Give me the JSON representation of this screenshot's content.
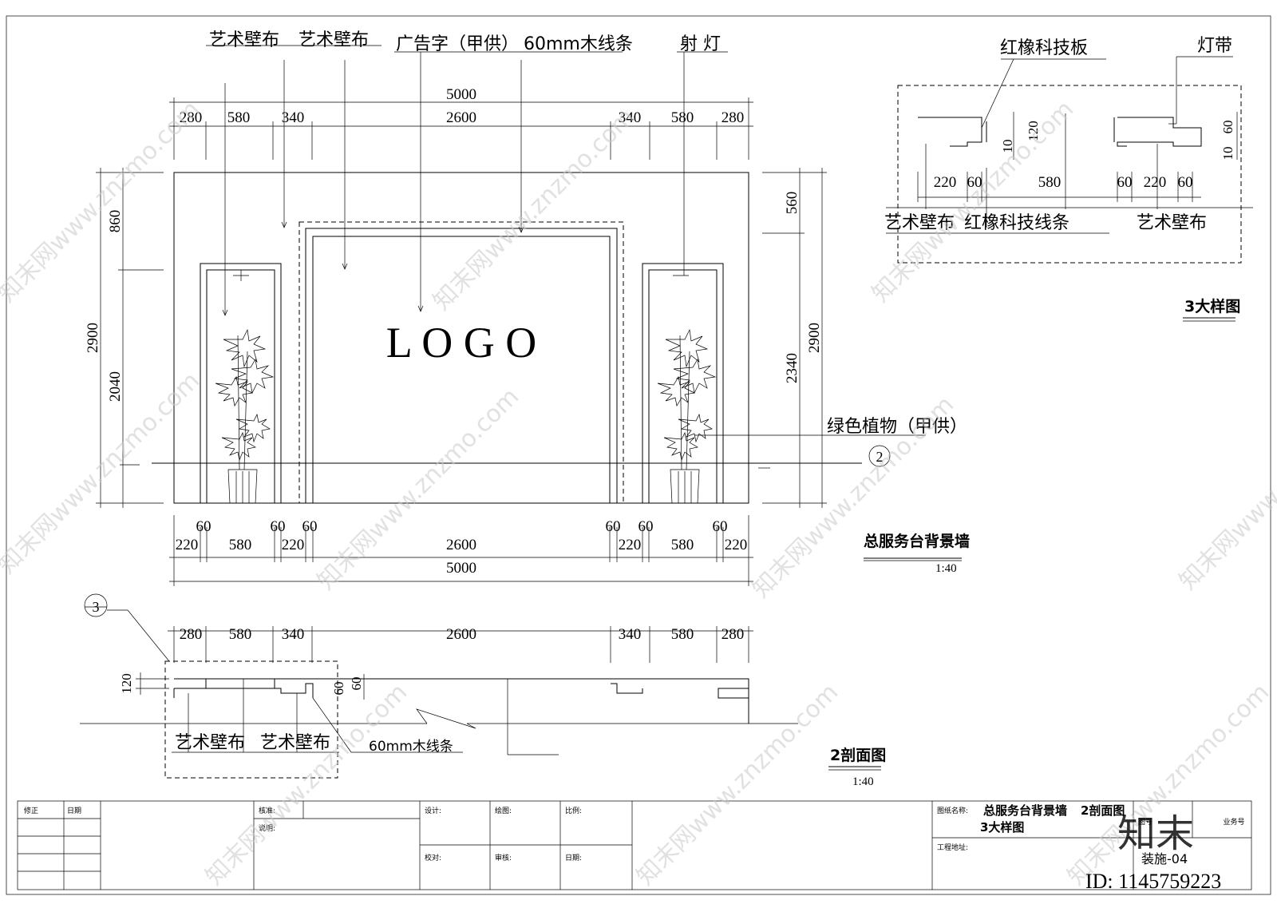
{
  "elevation": {
    "callouts": {
      "art_fabric_1": "艺术壁布",
      "art_fabric_2": "艺术壁布",
      "ad_letters": "广告字（甲供）",
      "wood_strip": "60mm木线条",
      "spotlight": "射 灯",
      "green_plant": "绿色植物（甲供）"
    },
    "logo_text": "L O G O",
    "top_total": "5000",
    "top_dims": [
      "280",
      "580",
      "340",
      "2600",
      "340",
      "580",
      "280"
    ],
    "bottom_dims_row1": [
      "60",
      "60",
      "60",
      "60",
      "60",
      "60"
    ],
    "bottom_dims_row2": [
      "220",
      "580",
      "220",
      "2600",
      "220",
      "580",
      "220"
    ],
    "bottom_total": "5000",
    "left_dims": {
      "overall": "2900",
      "upper": "860",
      "lower": "2040"
    },
    "right_dims": {
      "overall": "2900",
      "upper": "560",
      "lower": "2340"
    },
    "section_marker": "2",
    "title": "总服务台背景墙",
    "scale": "1:40"
  },
  "detail3": {
    "callouts": {
      "red_oak_board": "红橡科技板",
      "light_strip": "灯带",
      "art_fabric_left": "艺术壁布",
      "red_oak_strip": "红橡科技线条",
      "art_fabric_right": "艺术壁布"
    },
    "dims": [
      "220",
      "60",
      "580",
      "60",
      "220",
      "60"
    ],
    "vdims": [
      "10",
      "120",
      "60",
      "10"
    ],
    "title": "3大样图"
  },
  "section2": {
    "marker": "3",
    "dims": [
      "280",
      "580",
      "340",
      "2600",
      "340",
      "580",
      "280"
    ],
    "vdims": [
      "120",
      "60",
      "60"
    ],
    "callouts": {
      "art_fabric_1": "艺术壁布",
      "art_fabric_2": "艺术壁布",
      "wood_strip": "60mm木线条"
    },
    "title": "2剖面图",
    "scale": "1:40"
  },
  "title_block": {
    "revision": "修正",
    "date": "日期",
    "check": "核准:",
    "notes": "说明:",
    "design": "设计:",
    "drawing": "绘图:",
    "ratio": "比例:",
    "proofread": "校对:",
    "review": "审核:",
    "date2": "日期:",
    "drawing_name_label": "图纸名称:",
    "drawing_name_1": "总服务台背景墙",
    "drawing_name_2": "2剖面图",
    "drawing_name_3": "3大样图",
    "project_address": "工程地址:",
    "drawing_no_label": "图号",
    "project_no_label": "业务号",
    "sheet_no": "装施-04"
  },
  "watermark": {
    "text": "知末网www.znzmo.com",
    "logo": "知末",
    "id_text": "ID: 1145759223"
  }
}
